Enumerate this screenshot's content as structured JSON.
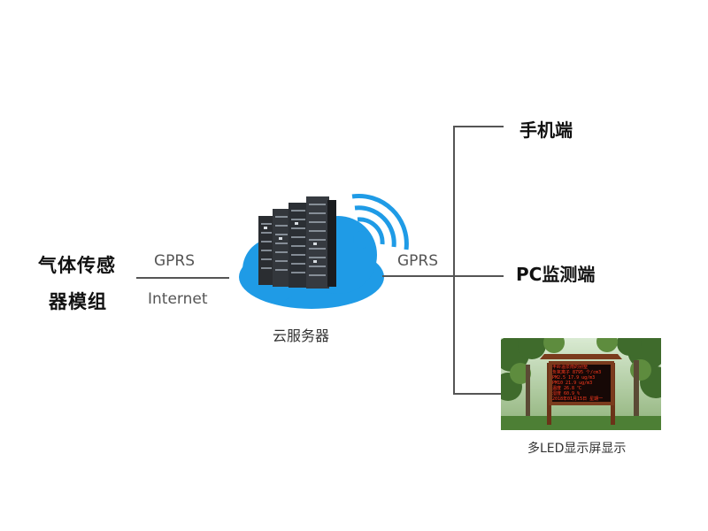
{
  "sensor": {
    "line1": "气体传感",
    "line2": "器模组"
  },
  "left_link": {
    "top": "GPRS",
    "bottom": "Internet"
  },
  "cloud": {
    "caption": "云服务器"
  },
  "right_link": {
    "label": "GPRS"
  },
  "endpoints": {
    "mobile": "手机端",
    "pc": "PC监测端",
    "led_caption": "多LED显示屏显示"
  },
  "led_board": {
    "lines": [
      "丰岭温泉南的别墅",
      "负氧离子 8795  个/cm3",
      "PM2.5   17.9  ug/m3",
      "PM10    21.9  ug/m3",
      "温度    26.8  ℃",
      "湿度    60.9  %",
      "2018年01月15日 星期一"
    ]
  },
  "colors": {
    "cloud": "#1f9be6",
    "wifi": "#1f9be6",
    "line": "#555555",
    "led_text": "#ff3b1f",
    "wood": "#7a3b1d"
  }
}
